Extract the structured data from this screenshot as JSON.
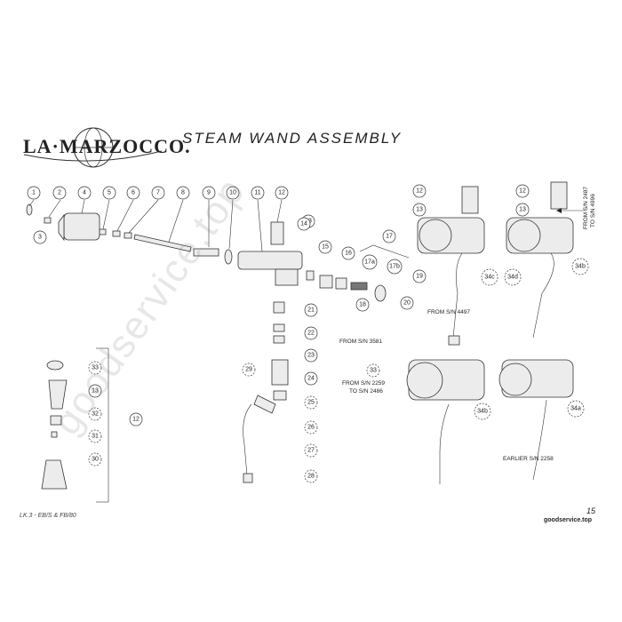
{
  "brand": "LA·MARZOCCO.",
  "title": "STEAM WAND ASSEMBLY",
  "footer_left": "LK.3 - EB/S & FB/80",
  "page_number": "15",
  "site": "goodservice.top",
  "watermark": "goodservice.top",
  "notes": {
    "from_3581": "FROM S/N 3581",
    "from_4497": "FROM S/N 4497",
    "from_2259": "FROM S/N 2259",
    "to_2486": "TO S/N 2486",
    "earlier_2258": "EARLIER S/N 2258",
    "from_2487": "FROM S/N 2487",
    "to_4996": "TO S/N 4996"
  },
  "callouts": {
    "c1": "1",
    "c2": "2",
    "c3": "3",
    "c4": "4",
    "c5": "5",
    "c6": "6",
    "c7": "7",
    "c8": "8",
    "c9": "9",
    "c10": "10",
    "c11": "11",
    "c12": "12",
    "c13": "13",
    "c14": "14",
    "c15": "15",
    "c16": "16",
    "c17": "17",
    "c17a": "17a",
    "c17b": "17b",
    "c18": "18",
    "c19": "19",
    "c20": "20",
    "c21": "21",
    "c22": "22",
    "c23": "23",
    "c24": "24",
    "c25": "25",
    "c26": "26",
    "c27": "27",
    "c28": "28",
    "c29": "29",
    "c30": "30",
    "c31": "31",
    "c32": "32",
    "c33": "33",
    "c34a": "34a",
    "c34b": "34b",
    "c34c": "34c",
    "c34d": "34d"
  }
}
